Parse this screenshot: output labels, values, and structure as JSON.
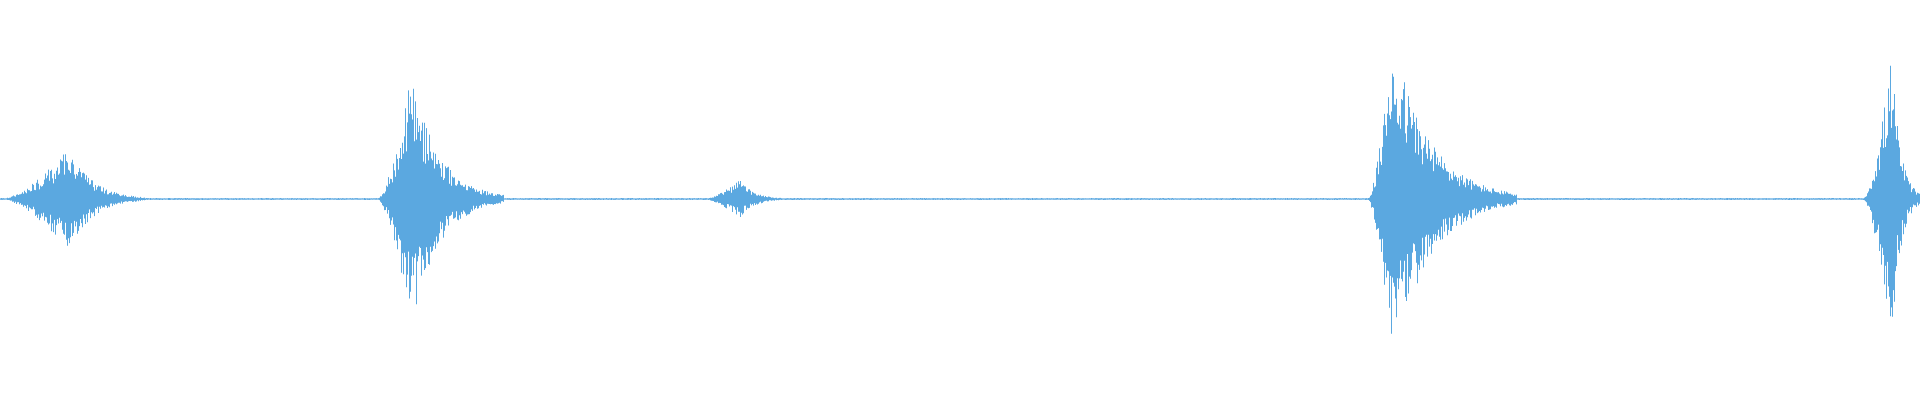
{
  "waveform": {
    "color": "#5ba8e0",
    "background": "#ffffff",
    "duration_fraction_note": "",
    "bursts": [
      {
        "start": 0.0,
        "peak": 0.036,
        "end": 0.075,
        "amplitude": 0.32
      },
      {
        "start": 0.196,
        "peak": 0.214,
        "end": 0.262,
        "amplitude": 0.77
      },
      {
        "start": 0.366,
        "peak": 0.385,
        "end": 0.41,
        "amplitude": 0.12
      },
      {
        "start": 0.712,
        "peak": 0.725,
        "end": 0.79,
        "amplitude": 1.0
      },
      {
        "start": 0.97,
        "peak": 0.985,
        "end": 1.0,
        "amplitude": 0.9
      }
    ],
    "noise_floor": 0.006,
    "baseline_tint": "#a9cdea"
  }
}
